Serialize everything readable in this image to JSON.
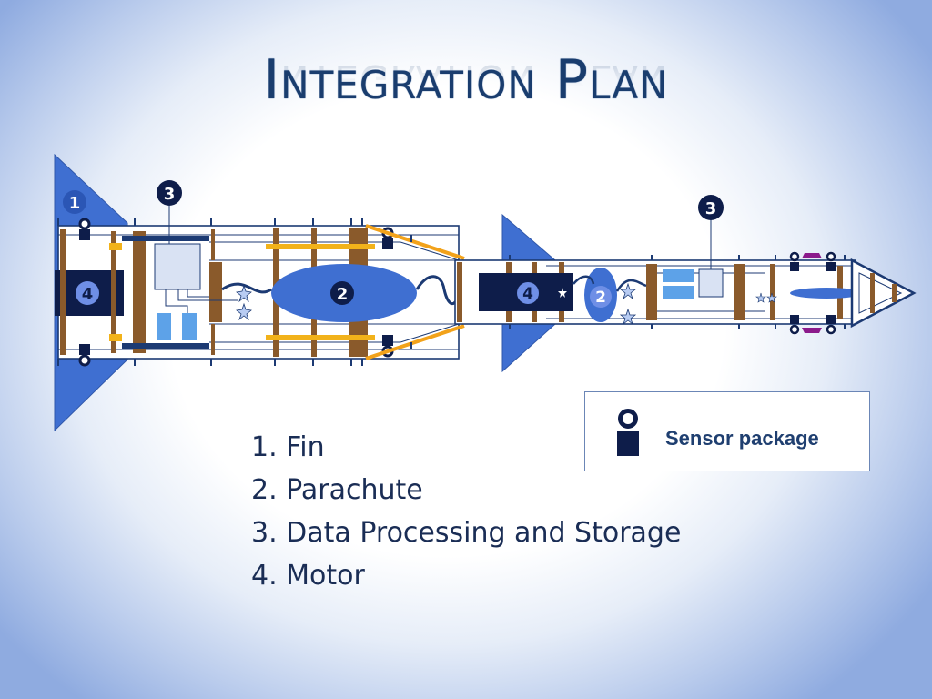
{
  "slide": {
    "title": "Integration Plan"
  },
  "legend": {
    "label": "Sensor package",
    "icon": "sensor-package-icon"
  },
  "component_list": [
    "1. Fin",
    "2. Parachute",
    "3. Data Processing and Storage",
    "4. Motor"
  ],
  "diagram_markers": {
    "fin": "1",
    "parachute": "2",
    "data_processing": "3",
    "motor": "4"
  },
  "colors": {
    "title": "#1a3d6e",
    "fin": "#3f6fd1",
    "motor_block": "#0e1d4a",
    "parachute": "#3f6fd1",
    "bulkhead": "#8a5a2b",
    "rail": "#f2b21a",
    "wire": "#1c3a73",
    "legend_border": "#6b86b6"
  }
}
